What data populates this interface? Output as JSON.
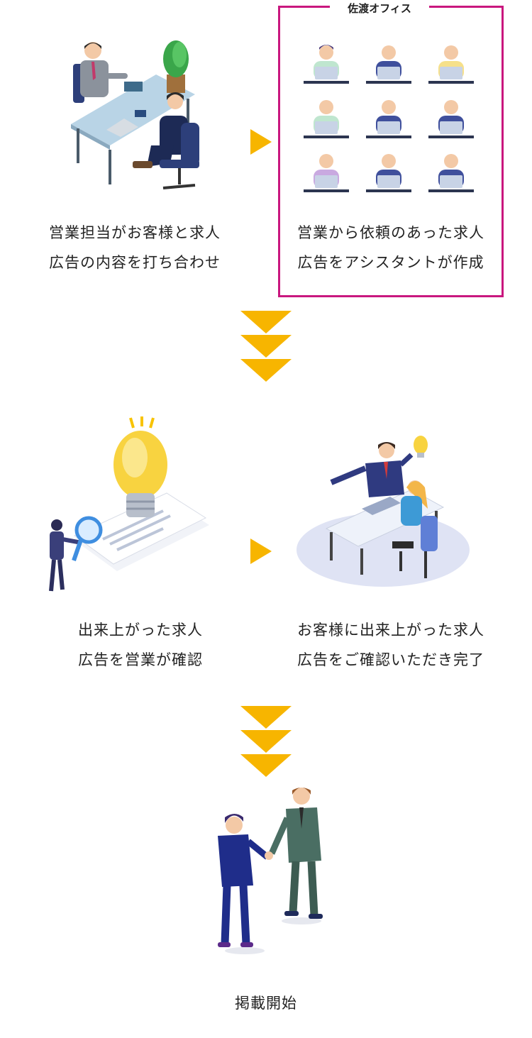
{
  "steps": {
    "step1_line1": "営業担当がお客様と求人",
    "step1_line2": "広告の内容を打ち合わせ",
    "office_label": "佐渡オフィス",
    "step2_line1": "営業から依頼のあった求人",
    "step2_line2": "広告をアシスタントが作成",
    "step3_line1": "出来上がった求人",
    "step3_line2": "広告を営業が確認",
    "step4_line1": "お客様に出来上がった求人",
    "step4_line2": "広告をご確認いただき完了",
    "step5": "掲載開始"
  },
  "colors": {
    "arrow": "#f7b500",
    "office_border": "#c9177e"
  },
  "icons": {
    "meeting": "meeting-illustration-icon",
    "office_workers": "office-workers-grid-icon",
    "lightbulb": "lightbulb-review-icon",
    "presentation": "presentation-illustration-icon",
    "handshake": "handshake-illustration-icon"
  }
}
